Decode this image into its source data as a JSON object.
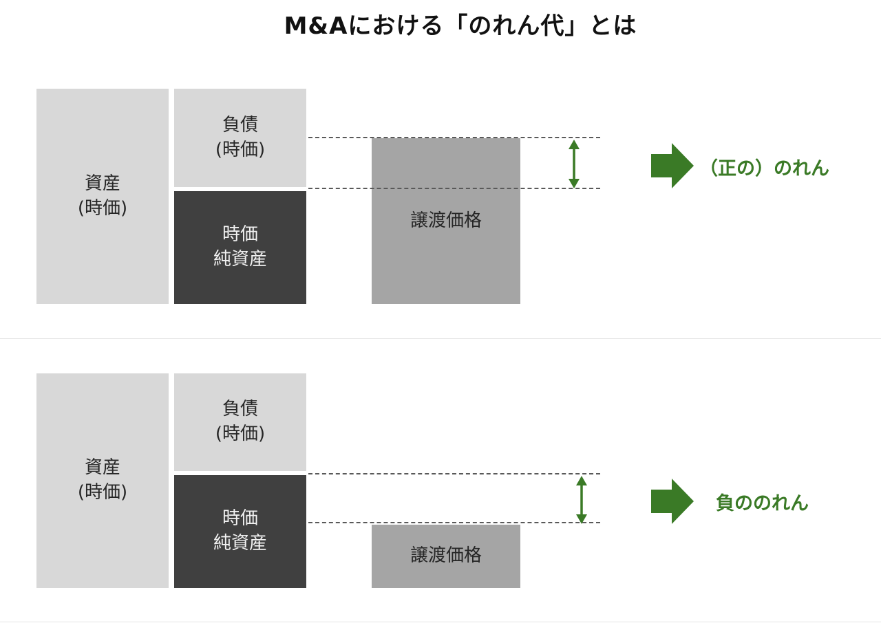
{
  "title": "M&Aにおける「のれん代」とは",
  "colors": {
    "light_block": "#d8d8d8",
    "dark_block": "#404040",
    "price_block": "#a5a5a5",
    "accent_green": "#3a7a26",
    "dashed_line": "#595959"
  },
  "diagram_top": {
    "assets_line1": "資産",
    "assets_line2": "(時価)",
    "liabilities_line1": "負債",
    "liabilities_line2": "(時価)",
    "net_assets_line1": "時価",
    "net_assets_line2": "純資産",
    "transfer_price": "譲渡価格",
    "result_label": "（正の）のれん"
  },
  "diagram_bottom": {
    "assets_line1": "資産",
    "assets_line2": "(時価)",
    "liabilities_line1": "負債",
    "liabilities_line2": "(時価)",
    "net_assets_line1": "時価",
    "net_assets_line2": "純資産",
    "transfer_price": "譲渡価格",
    "result_label": "負ののれん"
  }
}
